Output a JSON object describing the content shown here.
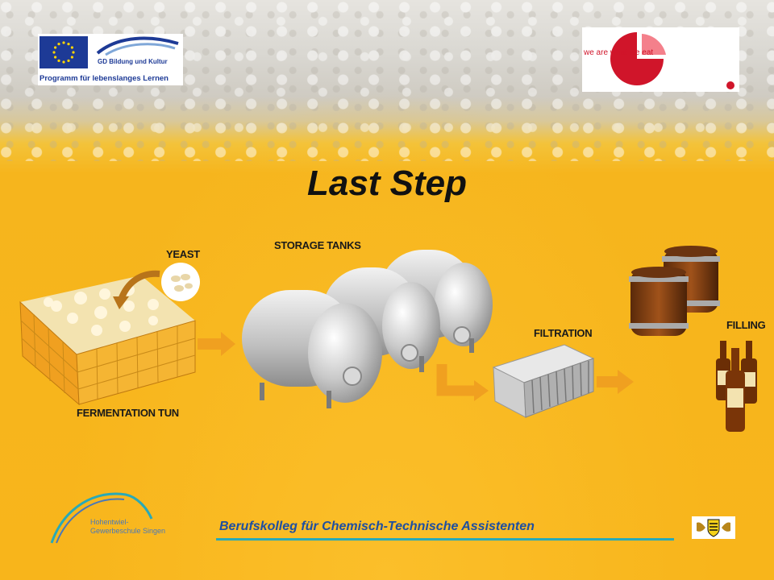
{
  "slide": {
    "title": "Last Step"
  },
  "logos": {
    "eu_line1": "GD Bildung und Kultur",
    "eu_line2": "Programm für lebenslanges Lernen",
    "partner": "we are what we eat"
  },
  "diagram": {
    "labels": {
      "yeast": "YEAST",
      "storage_tanks": "STORAGE TANKS",
      "filtration": "FILTRATION",
      "filling": "FILLING",
      "fermentation_tun": "FERMENTATION TUN"
    }
  },
  "footer": {
    "program_text": "Berufskolleg für Chemisch-Technische Assistenten",
    "school_line1": "Hohentwiel-",
    "school_line2": "Gewerbeschule Singen"
  },
  "colors": {
    "background": "#f7b81f",
    "footer_text": "#1f4fa0",
    "footer_line": "#29a9b7",
    "arrow": "#f0a020"
  }
}
